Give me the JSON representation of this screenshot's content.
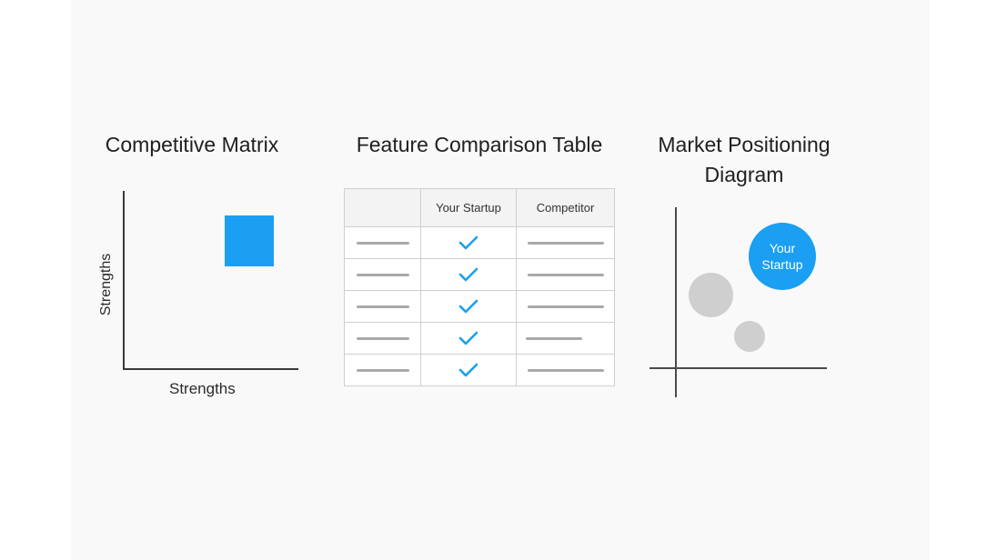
{
  "competitive_matrix": {
    "title": "Competitive Matrix",
    "y_label": "Strengths",
    "x_label": "Strengths",
    "highlight_color": "#1a9ff2"
  },
  "feature_table": {
    "title": "Feature Comparison Table",
    "headers": [
      "",
      "Your Startup",
      "Competitor"
    ],
    "rows": [
      {
        "your_startup": "check",
        "competitor": "line"
      },
      {
        "your_startup": "check",
        "competitor": "line"
      },
      {
        "your_startup": "check",
        "competitor": "line"
      },
      {
        "your_startup": "check",
        "competitor": "short-line"
      },
      {
        "your_startup": "check",
        "competitor": "line"
      }
    ],
    "check_color": "#1a9ff2"
  },
  "market_positioning": {
    "title_line1": "Market Positioning",
    "title_line2": "Diagram",
    "main_bubble_line1": "Your",
    "main_bubble_line2": "Startup",
    "main_bubble_color": "#1a9ff2",
    "other_bubble_color": "#cfcfcf"
  }
}
